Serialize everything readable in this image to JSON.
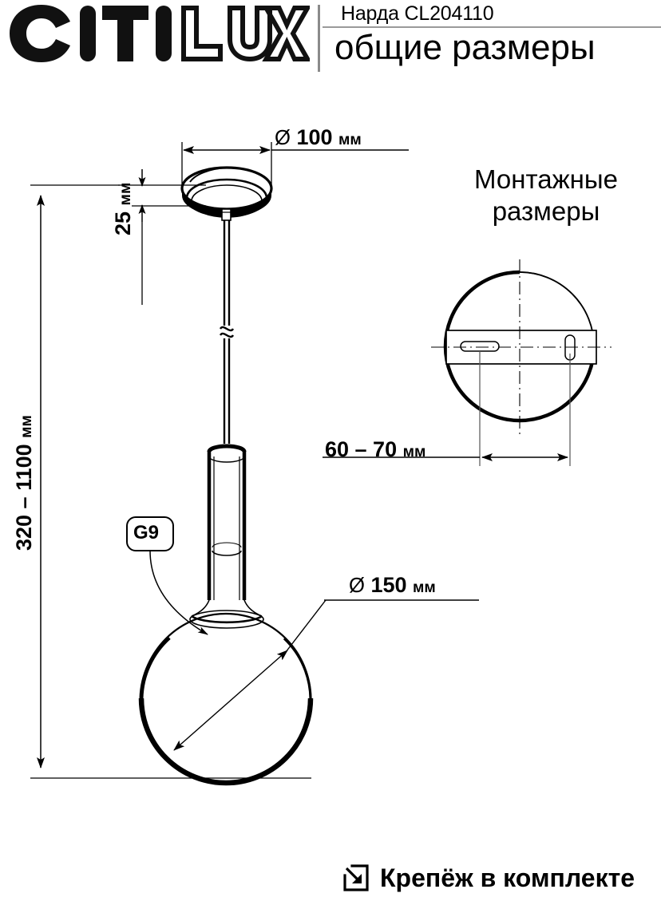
{
  "header": {
    "brand_logo": "CITILUX",
    "brand_logo_solid": "CITI",
    "brand_logo_outline": "LUX",
    "product_name": "Нарда CL204110",
    "section_title": "общие размеры"
  },
  "drawing": {
    "dimensions": {
      "canopy_diameter": {
        "symbol": "Ø",
        "value": "100",
        "unit": "мм",
        "full": "Ø 100 мм"
      },
      "canopy_height": {
        "value": "25",
        "unit": "мм",
        "full": "25 мм"
      },
      "total_height": {
        "value": "320 – 1100",
        "unit": "мм",
        "full": "320 – 1100 мм"
      },
      "globe_diameter": {
        "symbol": "Ø",
        "value": "150",
        "unit": "мм",
        "full": "Ø 150 мм"
      },
      "mounting_spacing": {
        "value": "60 – 70",
        "unit": "мм",
        "full": "60 – 70 мм"
      }
    },
    "callouts": {
      "socket": "G9"
    },
    "mounting_section": {
      "title_line1": "Монтажные",
      "title_line2": "размеры"
    }
  },
  "footer": {
    "icon": "arrow-into-box-icon",
    "text": "Крепёж в комплекте"
  },
  "colors": {
    "ink": "#000000",
    "background": "#ffffff",
    "rule": "#9a9a9a",
    "thin_line": "#1a1a1a"
  }
}
